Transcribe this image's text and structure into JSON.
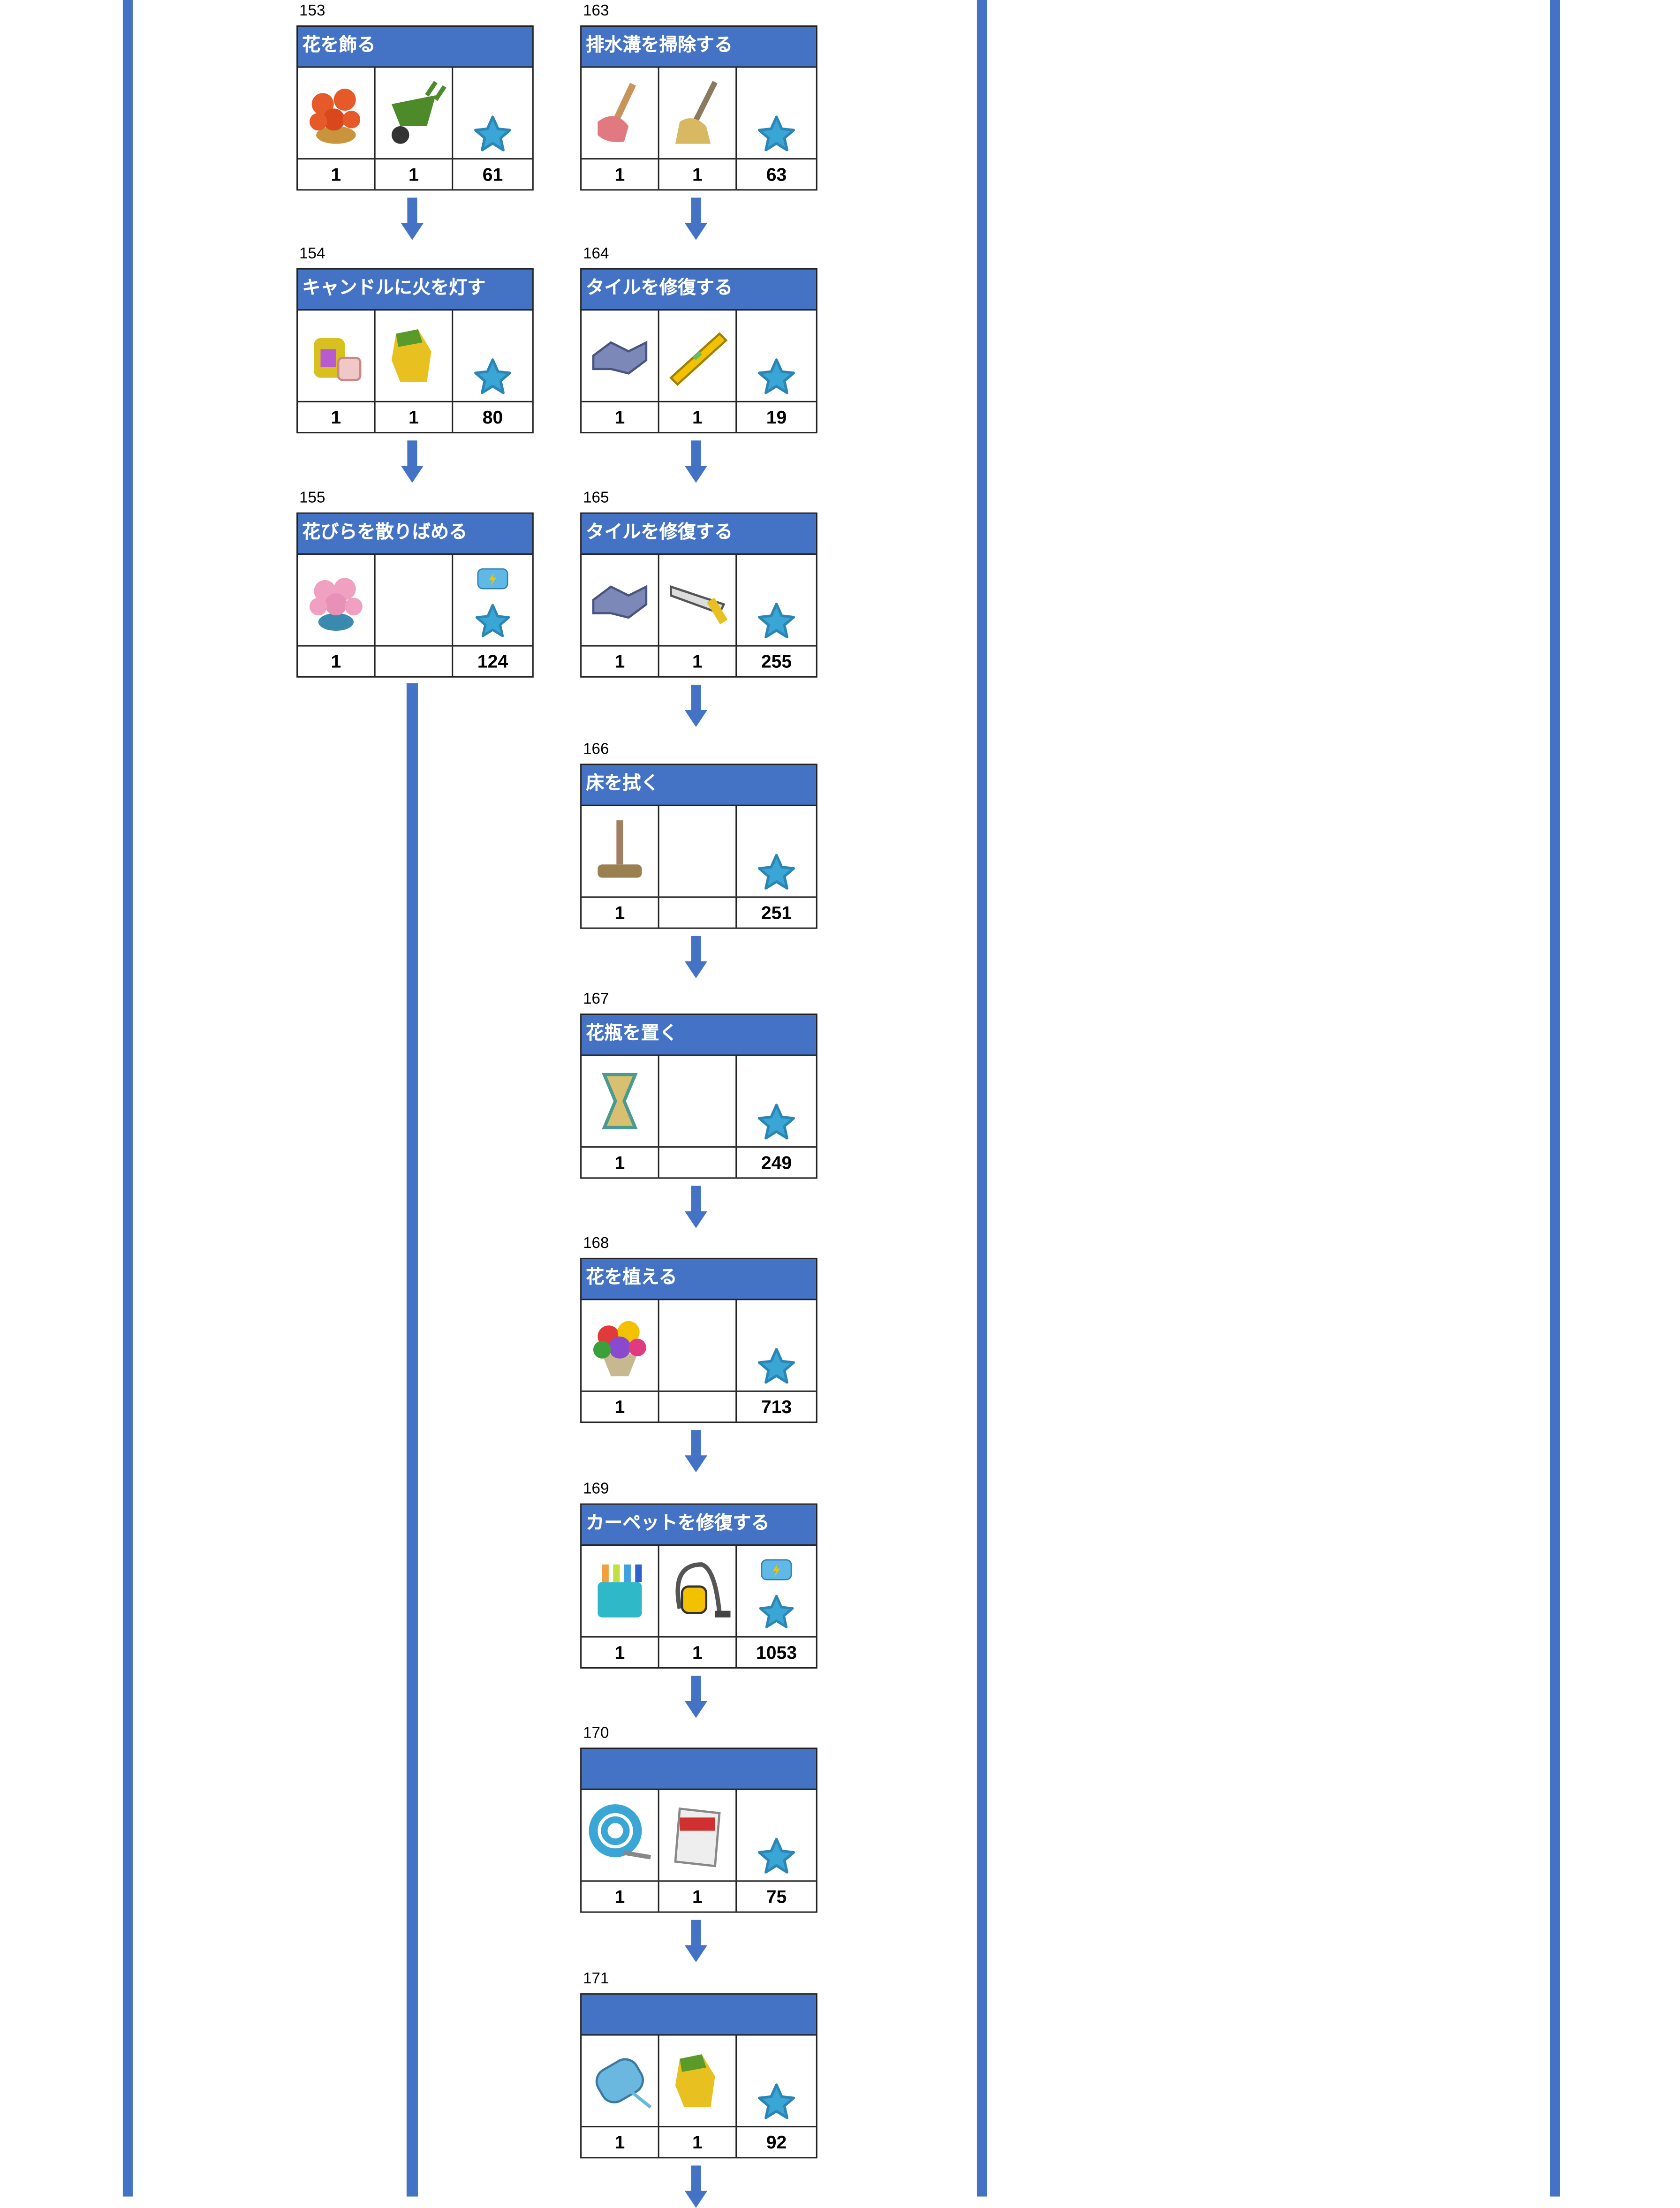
{
  "colors": {
    "accent": "#4472c4",
    "star": "#3aa6d6"
  },
  "columns": [
    {
      "cards": [
        {
          "no": "153",
          "title": "花を飾る",
          "items": [
            {
              "icon": "flower-bouquet-icon",
              "qty": "1"
            },
            {
              "icon": "wheelbarrow-icon",
              "qty": "1"
            }
          ],
          "reward": {
            "icons": [
              "star-icon"
            ],
            "qty": "61"
          }
        },
        {
          "no": "154",
          "title": "キャンドルに火を灯す",
          "items": [
            {
              "icon": "candle-jars-icon",
              "qty": "1"
            },
            {
              "icon": "work-gloves-icon",
              "qty": "1"
            }
          ],
          "reward": {
            "icons": [
              "star-icon"
            ],
            "qty": "80"
          }
        },
        {
          "no": "155",
          "title": "花びらを散りばめる",
          "items": [
            {
              "icon": "flower-pot-icon",
              "qty": "1"
            },
            {
              "icon": "",
              "qty": ""
            }
          ],
          "reward": {
            "icons": [
              "toolbox-icon",
              "star-icon"
            ],
            "qty": "124"
          }
        }
      ]
    },
    {
      "cards": [
        {
          "no": "163",
          "title": "排水溝を掃除する",
          "items": [
            {
              "icon": "plunger-icon",
              "qty": "1"
            },
            {
              "icon": "mop-icon",
              "qty": "1"
            }
          ],
          "reward": {
            "icons": [
              "star-icon"
            ],
            "qty": "63"
          }
        },
        {
          "no": "164",
          "title": "タイルを修復する",
          "items": [
            {
              "icon": "tiles-icon",
              "qty": "1"
            },
            {
              "icon": "spirit-level-icon",
              "qty": "1"
            }
          ],
          "reward": {
            "icons": [
              "star-icon"
            ],
            "qty": "19"
          }
        },
        {
          "no": "165",
          "title": "タイルを修復する",
          "items": [
            {
              "icon": "tiles-icon",
              "qty": "1"
            },
            {
              "icon": "hacksaw-icon",
              "qty": "1"
            }
          ],
          "reward": {
            "icons": [
              "star-icon"
            ],
            "qty": "255"
          }
        },
        {
          "no": "166",
          "title": "床を拭く",
          "items": [
            {
              "icon": "floor-brush-icon",
              "qty": "1"
            },
            {
              "icon": "",
              "qty": ""
            }
          ],
          "reward": {
            "icons": [
              "star-icon"
            ],
            "qty": "251"
          }
        },
        {
          "no": "167",
          "title": "花瓶を置く",
          "items": [
            {
              "icon": "vase-icon",
              "qty": "1"
            },
            {
              "icon": "",
              "qty": ""
            }
          ],
          "reward": {
            "icons": [
              "star-icon"
            ],
            "qty": "249"
          }
        },
        {
          "no": "168",
          "title": "花を植える",
          "items": [
            {
              "icon": "flower-basket-icon",
              "qty": "1"
            },
            {
              "icon": "",
              "qty": ""
            }
          ],
          "reward": {
            "icons": [
              "star-icon"
            ],
            "qty": "713"
          }
        },
        {
          "no": "169",
          "title": "カーペットを修復する",
          "items": [
            {
              "icon": "sewing-machine-icon",
              "qty": "1"
            },
            {
              "icon": "vacuum-cleaner-icon",
              "qty": "1"
            }
          ],
          "reward": {
            "icons": [
              "toolbox-icon",
              "star-icon"
            ],
            "qty": "1053"
          }
        },
        {
          "no": "170",
          "title": "",
          "items": [
            {
              "icon": "hose-icon",
              "qty": "1"
            },
            {
              "icon": "cement-bag-icon",
              "qty": "1"
            }
          ],
          "reward": {
            "icons": [
              "star-icon"
            ],
            "qty": "75"
          }
        },
        {
          "no": "171",
          "title": "",
          "items": [
            {
              "icon": "thread-spool-icon",
              "qty": "1"
            },
            {
              "icon": "work-gloves-icon",
              "qty": "1"
            }
          ],
          "reward": {
            "icons": [
              "star-icon"
            ],
            "qty": "92"
          }
        }
      ]
    }
  ]
}
